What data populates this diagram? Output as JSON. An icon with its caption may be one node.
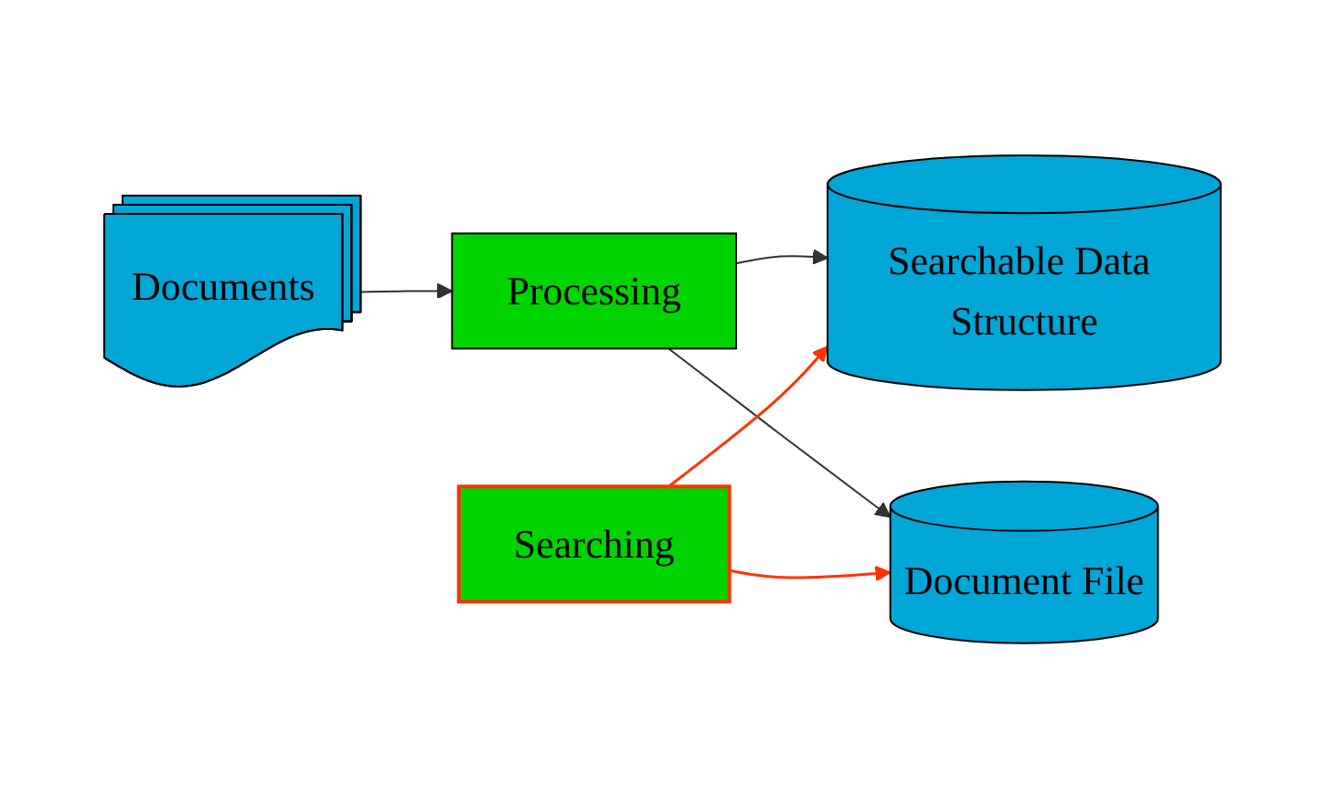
{
  "diagram": {
    "nodes": [
      {
        "text": [
          "Documents"
        ]
      },
      {
        "text": [
          "Processing"
        ]
      },
      {
        "text": [
          "Searchable Data Structure"
        ]
      },
      {
        "text": [
          "Document File"
        ]
      },
      {
        "text": [
          "Searching"
        ]
      }
    ],
    "edges": [
      {
        "from": 0,
        "to": 1,
        "arrow": "to"
      },
      {
        "from": 1,
        "to": 2,
        "arrow": "to"
      },
      {
        "from": 1,
        "to": 3,
        "arrow": "to"
      },
      {
        "from": 4,
        "to": 2,
        "arrow": "to",
        "color": "#ff3300"
      },
      {
        "from": 4,
        "to": 3,
        "arrow": "to",
        "color": "#ff3300"
      }
    ]
  }
}
